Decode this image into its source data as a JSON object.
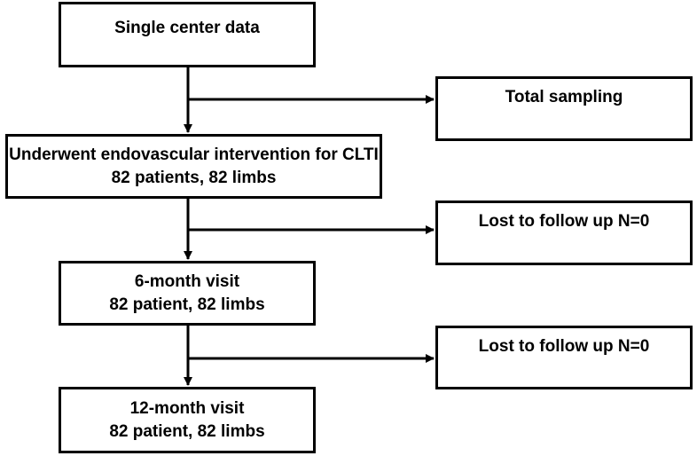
{
  "boxes": {
    "start": {
      "line1": "Single center data"
    },
    "total_sampling": {
      "line1": "Total sampling"
    },
    "intervention": {
      "line1": "Underwent endovascular intervention for CLTI",
      "line2": "82 patients, 82 limbs"
    },
    "lost_1": {
      "line1": "Lost to follow up N=0"
    },
    "six_month": {
      "line1": "6-month visit",
      "line2": "82 patient, 82 limbs"
    },
    "lost_2": {
      "line1": "Lost to follow up N=0"
    },
    "twelve_month": {
      "line1": "12-month visit",
      "line2": "82 patient, 82 limbs"
    }
  },
  "colors": {
    "border": "#000000",
    "background": "#ffffff",
    "text": "#000000"
  }
}
